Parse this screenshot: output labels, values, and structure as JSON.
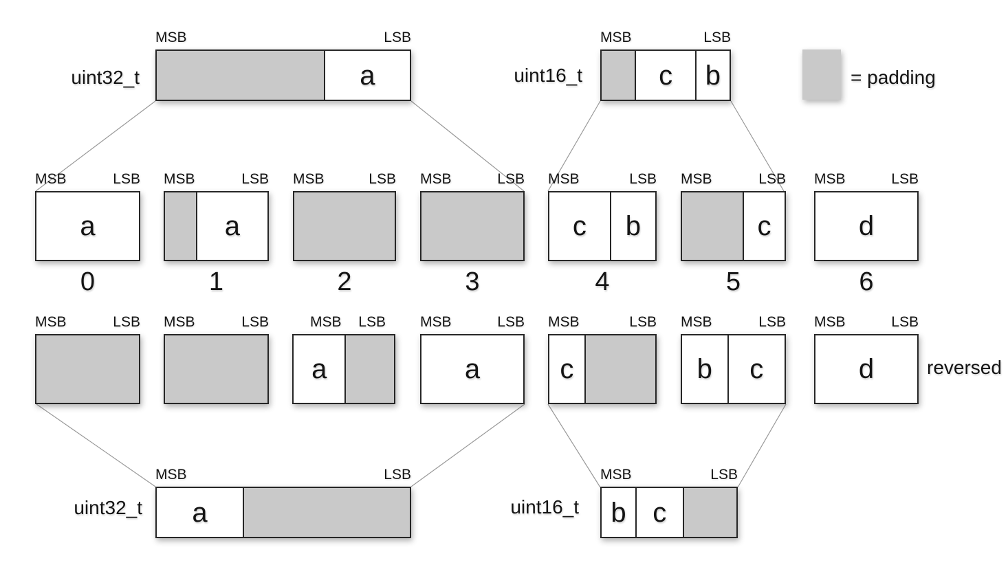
{
  "labels": {
    "msb": "MSB",
    "lsb": "LSB"
  },
  "legend": {
    "label": "= padding",
    "swatch": "padding-swatch"
  },
  "colors": {
    "padding": "#c9c9c9",
    "border": "#262626",
    "connector_line": "#999999",
    "background": "#ffffff",
    "text": "#141414"
  },
  "top": {
    "uint32": {
      "type_label": "uint32_t",
      "segments": [
        {
          "kind": "padding"
        },
        {
          "kind": "field",
          "text": "a"
        }
      ]
    },
    "uint16": {
      "type_label": "uint16_t",
      "segments": [
        {
          "kind": "padding"
        },
        {
          "kind": "field",
          "text": "c"
        },
        {
          "kind": "field",
          "text": "b"
        }
      ]
    }
  },
  "bytes": [
    {
      "number": "0",
      "segments": [
        {
          "kind": "field",
          "text": "a"
        }
      ]
    },
    {
      "number": "1",
      "segments": [
        {
          "kind": "padding"
        },
        {
          "kind": "field",
          "text": "a"
        }
      ]
    },
    {
      "number": "2",
      "segments": [
        {
          "kind": "padding"
        }
      ]
    },
    {
      "number": "3",
      "segments": [
        {
          "kind": "padding"
        }
      ]
    },
    {
      "number": "4",
      "segments": [
        {
          "kind": "field",
          "text": "c"
        },
        {
          "kind": "field",
          "text": "b"
        }
      ]
    },
    {
      "number": "5",
      "segments": [
        {
          "kind": "padding"
        },
        {
          "kind": "field",
          "text": "c"
        }
      ]
    },
    {
      "number": "6",
      "segments": [
        {
          "kind": "field",
          "text": "d"
        }
      ]
    }
  ],
  "reversed_row": {
    "label": "reversed",
    "boxes": [
      {
        "segments": [
          {
            "kind": "padding"
          }
        ]
      },
      {
        "segments": [
          {
            "kind": "padding"
          }
        ]
      },
      {
        "segments": [
          {
            "kind": "field",
            "text": "a"
          },
          {
            "kind": "padding"
          }
        ]
      },
      {
        "segments": [
          {
            "kind": "field",
            "text": "a"
          }
        ]
      },
      {
        "segments": [
          {
            "kind": "field",
            "text": "c"
          },
          {
            "kind": "padding"
          }
        ]
      },
      {
        "segments": [
          {
            "kind": "field",
            "text": "b"
          },
          {
            "kind": "field",
            "text": "c"
          }
        ]
      },
      {
        "segments": [
          {
            "kind": "field",
            "text": "d"
          }
        ]
      }
    ]
  },
  "bottom": {
    "uint32": {
      "type_label": "uint32_t",
      "segments": [
        {
          "kind": "field",
          "text": "a"
        },
        {
          "kind": "padding"
        }
      ]
    },
    "uint16": {
      "type_label": "uint16_t",
      "segments": [
        {
          "kind": "field",
          "text": "b"
        },
        {
          "kind": "field",
          "text": "c"
        },
        {
          "kind": "padding"
        }
      ]
    }
  }
}
